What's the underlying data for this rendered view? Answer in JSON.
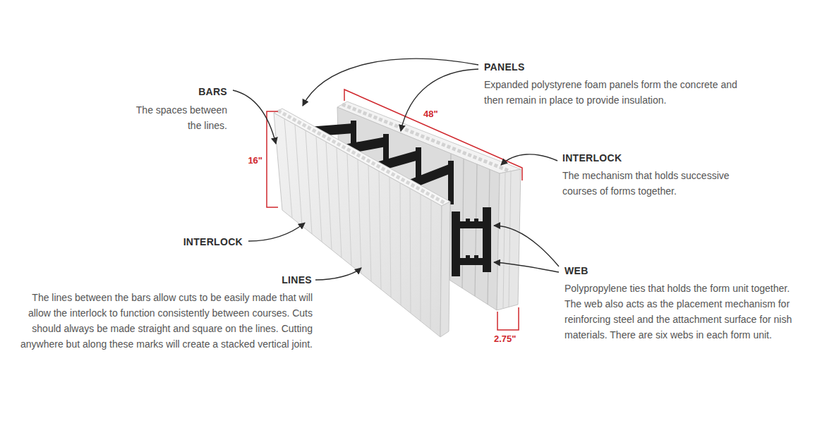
{
  "diagram": {
    "labels": [
      "BARS",
      "The spaces between the lines.",
      "PANELS",
      "Expanded polystyrene foam panels form the concrete and then remain in place to provide insulation.",
      "48\"",
      "16\"",
      "INTERLOCK",
      "The mechanism that holds successive courses of forms together.",
      "INTERLOCK",
      "LINES",
      "The lines between the bars allow cuts to be easily made that will allow the interlock to function consistently between courses. Cuts should always be made straight and square on the lines. Cutting anywhere but along these marks will create a stacked vertical joint.",
      "WEB",
      "Polypropylene ties that holds the form unit together. The web also acts as the placement mechanism for reinforcing steel and the attachment surface for nish materials. There are six webs in each form unit.",
      "2.75\""
    ]
  }
}
